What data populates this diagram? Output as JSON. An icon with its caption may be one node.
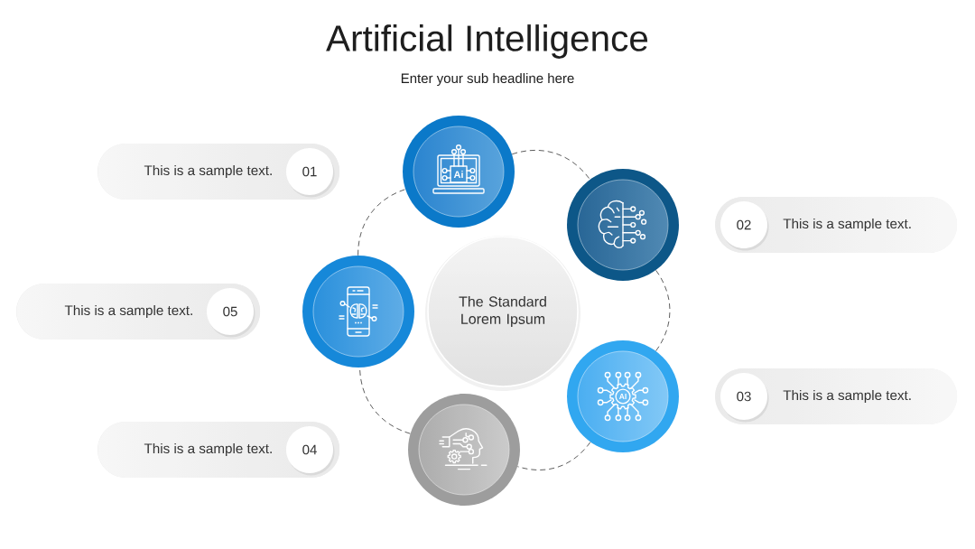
{
  "diagram": {
    "title": "Artificial Intelligence",
    "nodes": [
      {
        "text": [
          "The Standard Lorem Ipsum"
        ]
      },
      {
        "text": [],
        "shape": "circle"
      },
      {
        "text": [],
        "shape": "circle"
      },
      {
        "text": [],
        "shape": "circle"
      },
      {
        "text": [],
        "shape": "circle"
      },
      {
        "text": [],
        "shape": "circle"
      },
      {
        "text": [
          "This is a sample text."
        ]
      },
      {
        "text": [
          "01"
        ],
        "in": 6
      },
      {
        "text": [
          "This is a sample text."
        ]
      },
      {
        "text": [
          "02"
        ],
        "in": 8
      },
      {
        "text": [
          "This is a sample text."
        ]
      },
      {
        "text": [
          "03"
        ],
        "in": 10
      },
      {
        "text": [
          "This is a sample text."
        ]
      },
      {
        "text": [
          "04"
        ],
        "in": 12
      },
      {
        "text": [
          "This is a sample text."
        ]
      },
      {
        "text": [
          "05"
        ],
        "in": 14
      }
    ],
    "edges": [
      {
        "from": 1,
        "to": 2,
        "arrow": "none",
        "style": "dashed"
      },
      {
        "from": 2,
        "to": 3,
        "arrow": "none",
        "style": "dashed"
      },
      {
        "from": 3,
        "to": 4,
        "arrow": "none",
        "style": "dashed"
      },
      {
        "from": 4,
        "to": 5,
        "arrow": "none",
        "style": "dashed"
      },
      {
        "from": 5,
        "to": 1,
        "arrow": "none",
        "style": "dashed"
      }
    ],
    "labels": [
      "Enter your sub headline here",
      "Ai",
      "AI"
    ]
  }
}
